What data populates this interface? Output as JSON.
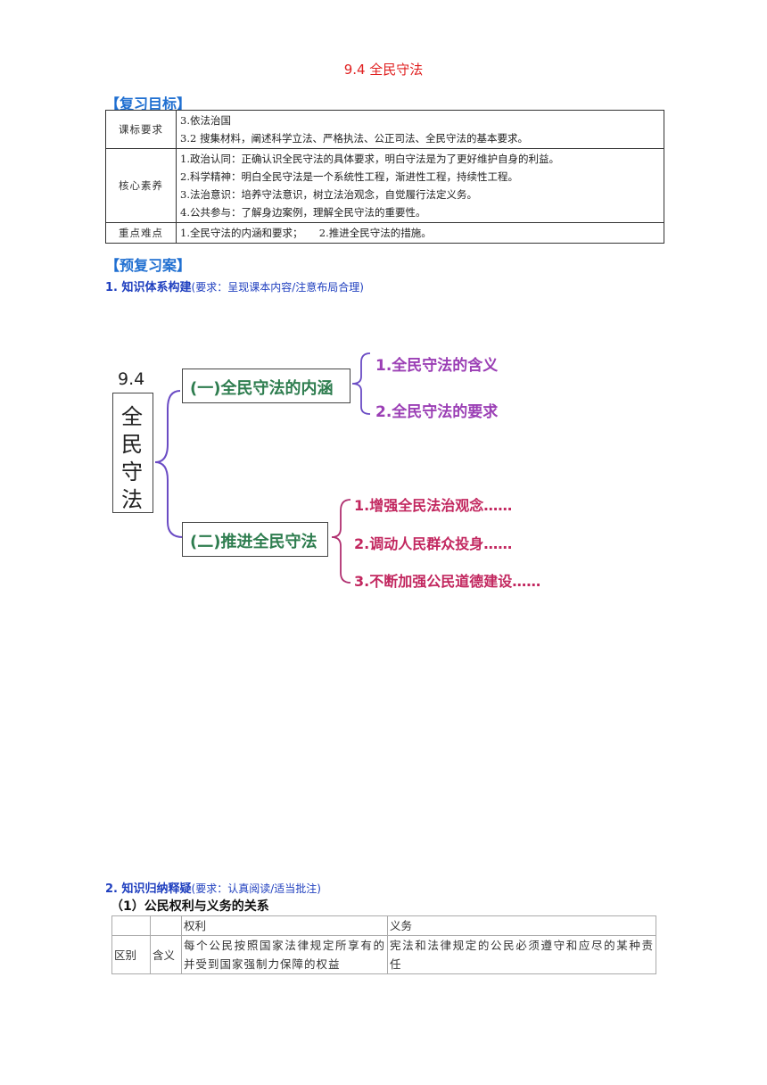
{
  "doc_title": "9.4 全民守法",
  "review_goals": {
    "heading": "【复习目标】",
    "rows": [
      {
        "label": "课标要求",
        "lines": [
          "3.依法治国",
          "3.2 搜集材料，阐述科学立法、严格执法、公正司法、全民守法的基本要求。"
        ]
      },
      {
        "label": "核心素养",
        "lines": [
          "1.政治认同：正确认识全民守法的具体要求，明白守法是为了更好维护自身的利益。",
          "2.科学精神：明白全民守法是一个系统性工程，渐进性工程，持续性工程。",
          "3.法治意识：培养守法意识，树立法治观念，自觉履行法定义务。",
          "4.公共参与：了解身边案例，理解全民守法的重要性。"
        ]
      },
      {
        "label": "重点难点",
        "lines": [
          "1.全民守法的内涵和要求；     2.推进全民守法的措施。"
        ]
      }
    ]
  },
  "preview": {
    "heading": "【预复习案】",
    "item1_title": "1. 知识体系构建",
    "item1_req": "(要求：呈现课本内容/注意布局合理)",
    "item2_title": "2. 知识归纳释疑",
    "item2_req": "(要求：认真阅读/适当批注)"
  },
  "mindmap": {
    "number": "9.4",
    "root_chars": [
      "全",
      "民",
      "守",
      "法"
    ],
    "branch1": "(一)全民守法的内涵",
    "branch1_leaves": [
      "1.全民守法的含义",
      "2.全民守法的要求"
    ],
    "branch2": "(二)推进全民守法",
    "branch2_leaves": [
      "1.增强全民法治观念……",
      "2.调动人民群众投身……",
      "3.不断加强公民道德建设……"
    ],
    "colors": {
      "branch": "#2e7d4f",
      "leaf_purple": "#9b3fb5",
      "leaf_pink": "#c2275f",
      "connector1": "#6a4bc4",
      "connector2": "#b03070"
    }
  },
  "relation": {
    "heading": "（1）公民权利与义务的关系",
    "col_rights": "权利",
    "col_duties": "义务",
    "row_label": "区别",
    "sub_label": "含义",
    "rights_text": "每个公民按照国家法律规定所享有的并受到国家强制力保障的权益",
    "duties_text": "宪法和法律规定的公民必须遵守和应尽的某种责任"
  }
}
